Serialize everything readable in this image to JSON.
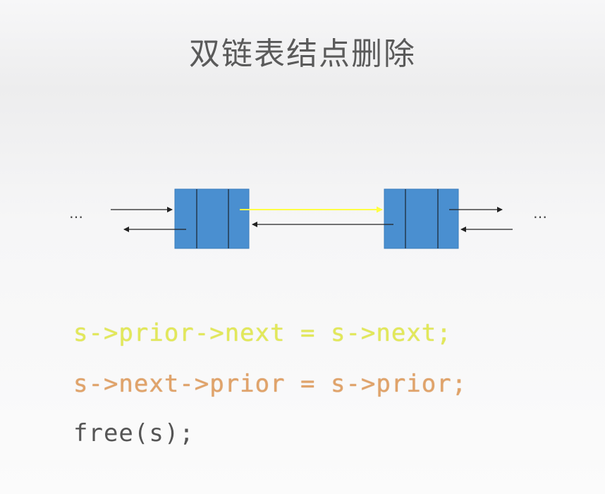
{
  "title": "双链表结点删除",
  "ellipsis_left": "…",
  "ellipsis_right": "…",
  "colors": {
    "node_fill": "#4a8fd0",
    "node_divider": "#1d2b3a",
    "arrow_default": "#222222",
    "arrow_highlight": "#ffff44",
    "code_line1": "#e2e85a",
    "code_line2": "#e0a36a",
    "code_line3": "#555555"
  },
  "code": {
    "line1": "s->prior->next = s->next;",
    "line2": "s->next->prior = s->prior;",
    "line3": "free(s);"
  }
}
